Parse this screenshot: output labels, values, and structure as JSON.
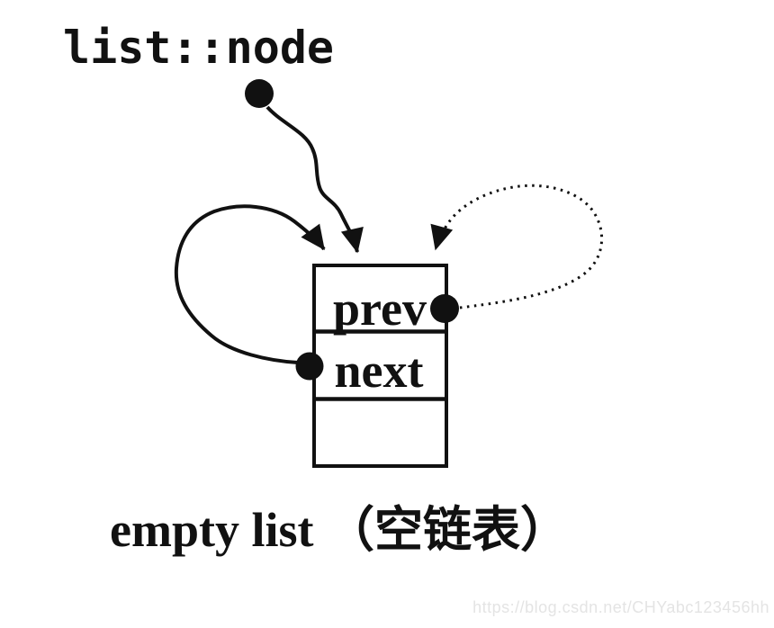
{
  "diagram": {
    "title": "list::node",
    "box": {
      "fields": [
        "prev",
        "next",
        ""
      ]
    },
    "caption": "empty list （空链表）",
    "watermark": "https://blog.csdn.net/CHYabc123456hh",
    "colors": {
      "ink": "#111111",
      "background": "#ffffff",
      "watermark": "#e4e4e4"
    }
  }
}
